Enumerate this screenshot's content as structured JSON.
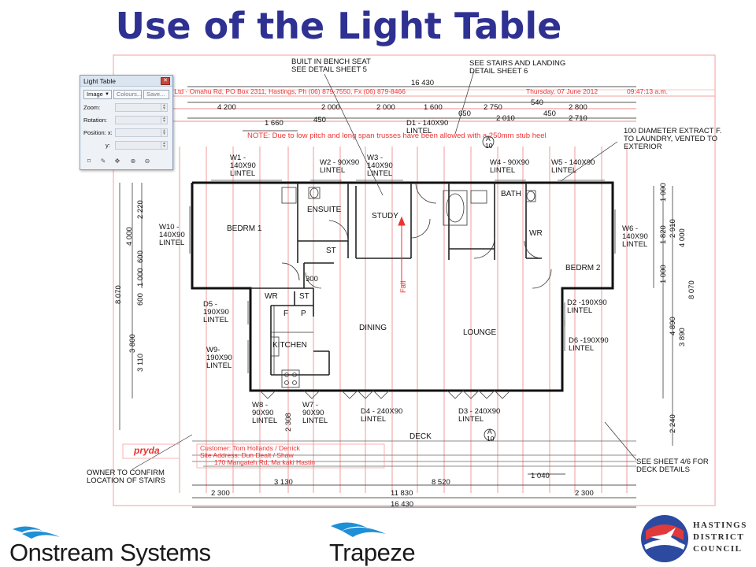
{
  "slide": {
    "title": "Use of the Light Table"
  },
  "light_table": {
    "title": "Light Table",
    "mode_value": "Image",
    "colours_label": "Colours...",
    "save_label": "Save...",
    "zoom_label": "Zoom:",
    "rotation_label": "Rotation:",
    "position_x_label": "Position: x:",
    "position_y_label": "y:"
  },
  "plan": {
    "header_text": "ies Ltd - Omahu Rd, PO Box 2311, Hastings, Ph (06) 879-7550, Fx (06) 879-8466",
    "header_date": "Thursday, 07 June 2012",
    "header_time": "09:47:13 a.m.",
    "note": "NOTE: Due to low pitch and long span trusses have been allowed with a 250mm stub heel",
    "notes": {
      "bench": "BUILT IN BENCH SEAT\nSEE DETAIL SHEET 5",
      "stairs_top": "SEE STAIRS AND LANDING\nDETAIL SHEET 6",
      "extract": "100 DIAMETER EXTRACT F.\nTO LAUNDRY, VENTED TO\nEXTERIOR",
      "owner": "OWNER TO CONFIRM\nLOCATION OF STAIRS",
      "deck_sheet": "SEE SHEET 4/6 FOR\nDECK DETAILS"
    },
    "top_dims": {
      "total": "16 430",
      "d4200": "4 200",
      "d2000a": "2 000",
      "d2000b": "2 000",
      "d1600": "1 600",
      "d2750": "2 750",
      "d2800": "2 800",
      "d540": "540",
      "d650": "650",
      "d2010": "2 010",
      "d450b": "450",
      "d2710": "2 710",
      "d1660": "1 660",
      "d450a": "450"
    },
    "bottom_dims": {
      "d3130": "3 130",
      "d8520": "8 520",
      "d1040": "1 040",
      "d2300a": "2 300",
      "d11830": "11 830",
      "d2300b": "2 300",
      "d16430": "16 430"
    },
    "left_dims": [
      "2 220",
      "4 000",
      "600",
      "1 000",
      "600",
      "8 070",
      "3 800",
      "3 110",
      "2 308"
    ],
    "right_dims": [
      "1 000",
      "1 820",
      "2 910",
      "4 000",
      "1 000",
      "8 070",
      "4 890",
      "3 890",
      "2 240"
    ],
    "lintels": {
      "w1": "W1 -\n140X90\nLINTEL",
      "w2": "W2 - 90X90\nLINTEL",
      "w3": "W3 -\n140X90\nLINTEL",
      "d1": "D1 - 140X90\nLINTEL",
      "w4": "W4 - 90X90\nLINTEL",
      "w5": "W5 - 140X90\nLINTEL",
      "w10": "W10 -\n140X90\nLINTEL",
      "w6": "W6 -\n140X90\nLINTEL",
      "d5": "D5 -\n190X90\nLINTEL",
      "w9": "W9-\n190X90\nLINTEL",
      "d2": "D2 -190X90\nLINTEL",
      "d6": "D6 -190X90\nLINTEL",
      "w8": "W8 -\n90X90\nLINTEL",
      "w7": "W7 -\n90X90\nLINTEL",
      "d4": "D4 - 240X90\nLINTEL",
      "d3": "D3 - 240X90\nLINTEL"
    },
    "rooms": {
      "bedrm1": "BEDRM 1",
      "ensuite": "ENSUITE",
      "study": "STUDY",
      "bath": "BATH",
      "wr_right": "WR",
      "st_upper": "ST",
      "st_lower": "ST",
      "wr_left": "WR",
      "f": "F",
      "p": "P",
      "kitchen": "KITCHEN",
      "dining": "DINING",
      "lounge": "LOUNGE",
      "bedrm2": "BEDRM 2",
      "deck": "DECK",
      "fall": "Fall",
      "d300": "300"
    },
    "section_marker": {
      "letter": "A",
      "sheet": "10"
    },
    "pryda": "pryda",
    "info_rows": [
      "Customer: Tom Hollands / Derrick",
      "Site Address: Dun Dealt / Shaw",
      "170 Mangateh Rd, Ma kaki Hastin"
    ]
  },
  "logos": {
    "onstream": "Onstream Systems",
    "trapeze": "Trapeze",
    "hdc_line1": "HASTINGS",
    "hdc_line2": "DISTRICT",
    "hdc_line3": "COUNCIL"
  }
}
